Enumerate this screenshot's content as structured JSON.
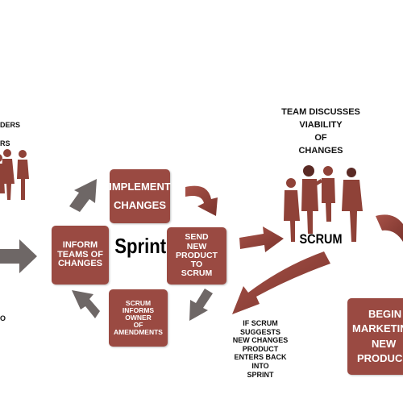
{
  "center_label": "Sprint",
  "scrum_label": "SCRUM",
  "boxes": {
    "implement": [
      "IMPLEMENT",
      "CHANGES"
    ],
    "send": [
      "SEND",
      "NEW",
      "PRODUCT",
      "TO",
      "SCRUM"
    ],
    "informs_owner": [
      "SCRUM",
      "INFORMS",
      "OWNER",
      "OF",
      "AMENDMENTS"
    ],
    "inform_teams": [
      "INFORM",
      "TEAMS OF",
      "CHANGES"
    ],
    "begin_marketing": [
      "BEGIN",
      "MARKETIN",
      "NEW",
      "PRODUC"
    ]
  },
  "team_discusses": [
    "TEAM DISCUSSES",
    "VIABILITY",
    "OF",
    "CHANGES"
  ],
  "if_scrum": [
    "IF SCRUM",
    "SUGGESTS",
    "NEW CHANGES",
    "PRODUCT",
    "ENTERS BACK",
    "INTO",
    "SPRINT"
  ],
  "left_cut": [
    "DERS",
    "RS",
    "O"
  ],
  "colors": {
    "box": "#9a4a42",
    "arrow": "#8a4038",
    "gray_arrow": "#6e6766",
    "figures": "#8f4238"
  }
}
